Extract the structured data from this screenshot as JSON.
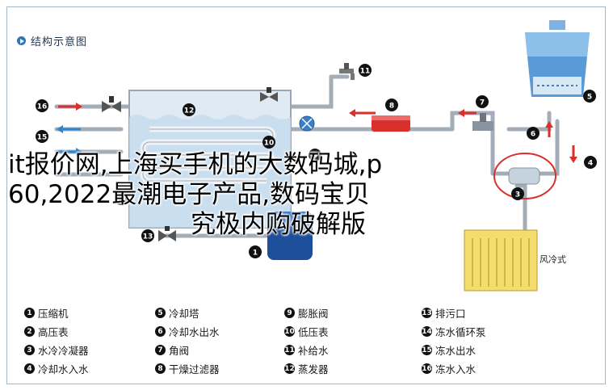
{
  "title": "结构示意图",
  "colors": {
    "pipe": "#9aa6b2",
    "water_tank": "#d7e8f5",
    "hot_arrow": "#d9302c",
    "cold_arrow": "#2e86d4",
    "tower": "#5a9ad6",
    "condenser": "#f2d45a",
    "compressor": "#1e4f9a",
    "highlight_ring": "#d9302c"
  },
  "callouts": [
    "11",
    "12",
    "16",
    "15",
    "14",
    "10",
    "9",
    "8",
    "7",
    "6",
    "5",
    "4",
    "3",
    "13",
    "1"
  ],
  "air_cooled_label": "风冷式",
  "legend": [
    {
      "num": "1",
      "label": "压缩机"
    },
    {
      "num": "2",
      "label": "高压表"
    },
    {
      "num": "3",
      "label": "水冷冷凝器"
    },
    {
      "num": "4",
      "label": "冷却水入水"
    },
    {
      "num": "5",
      "label": "冷却塔"
    },
    {
      "num": "6",
      "label": "冷却水出水"
    },
    {
      "num": "7",
      "label": "角阀"
    },
    {
      "num": "8",
      "label": "干燥过滤器"
    },
    {
      "num": "9",
      "label": "膨胀阀"
    },
    {
      "num": "10",
      "label": "低压表"
    },
    {
      "num": "11",
      "label": "补给水"
    },
    {
      "num": "12",
      "label": "蒸发器"
    },
    {
      "num": "13",
      "label": "排污口"
    },
    {
      "num": "14",
      "label": "冻水循环泵"
    },
    {
      "num": "15",
      "label": "冻水出水"
    },
    {
      "num": "16",
      "label": "冻水入水"
    }
  ],
  "watermark": {
    "line1": "it报价网,上海买手机的大数码城,p",
    "line2": "60,2022最潮电子产品,数码宝贝",
    "line3": "究极内购破解版"
  }
}
